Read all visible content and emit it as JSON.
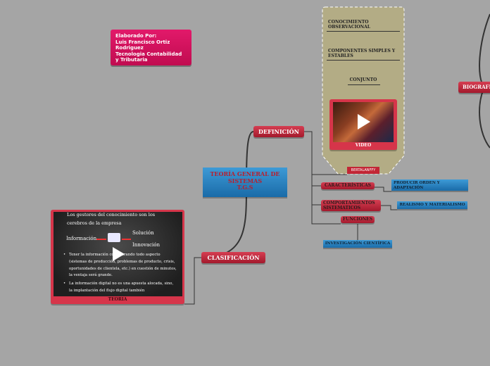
{
  "author_card": {
    "lines": [
      "Elaborado Por:",
      "Luis Francisco Ortiz",
      "Rodriguez",
      "Tecnologia Contabilidad",
      "y Tributaria"
    ]
  },
  "central": {
    "line1": "TEORÍA GENERAL DE",
    "line2": "SISTEMAS",
    "line3": "T.G.S"
  },
  "definicion": {
    "label": "DEFINICIÓN"
  },
  "clasificacion": {
    "label": "CLASIFICACIÓN"
  },
  "biografia": {
    "label": "BIOGRAFI"
  },
  "callout": {
    "item1": "CONOCIMIENTO OBSERVACIONAL",
    "item2": "COMPONENTES SIMPLES Y ESTABLES",
    "item3": "CONJUNTO",
    "video_caption": "VIDEO"
  },
  "bertalanffy": {
    "label": "BERTALANFFY"
  },
  "branches": {
    "caracteristicas": "CARACTERÍSTICAS",
    "comportamientos": "COMPORTAMIENTOS SISTEMATICOS",
    "funciones": "FUNCIONES",
    "investigacion": "INVESTIGACIÓN CIENTÍFICA",
    "producir": "PRODUCIR ORDEN Y ADAPTACIÓN",
    "realismo": "REALISMO Y MATERIALISMO"
  },
  "teoria_slide": {
    "heading": "Los gestores del conocimiento son los cerebros de la empresa",
    "info_label": "Información",
    "solution_label": "Solución",
    "innovation_label": "Innovación",
    "bullet1": "Tener la información considerando todo aspecto (sistemas de producción, problemas de producto, crisis, oportunidades de clientela, etc.) en cuestión de minutos, la ventaja será grande.",
    "bullet2": "La información digital no es una apuesta alocada, sino, la implantación del flujo digital también",
    "caption": "TEORIA"
  },
  "colors": {
    "background": "#a5a5a5",
    "author": "#d9115e",
    "node_red": "#b7202f",
    "node_blue": "#2a85c7",
    "callout": "#b3ac85",
    "line": "#333333"
  }
}
